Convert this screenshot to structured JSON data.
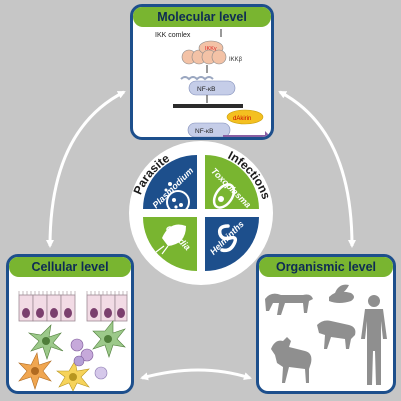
{
  "molecular": {
    "title": "Molecular level",
    "ikk_complex": "IKK comlex",
    "ikk_gamma": "IKKγ",
    "ikk_beta": "IKKβ",
    "nfkb_top": "NF-κB",
    "dakirin": "dAkirin",
    "nfkb_bottom": "NF-κB"
  },
  "cellular": {
    "title": "Cellular level"
  },
  "organismic": {
    "title": "Organismic level"
  },
  "center": {
    "label_left": "Parasite",
    "label_right": "Infections",
    "quadrants": [
      "Plasmodium",
      "Toxoplasma",
      "Giardia",
      "Helminths"
    ]
  },
  "colors": {
    "navy": "#1d4f8c",
    "green": "#79b530",
    "background": "#c6c6c6",
    "dakirin": "#f4c020",
    "arrow_purple": "#8a5fa3"
  }
}
